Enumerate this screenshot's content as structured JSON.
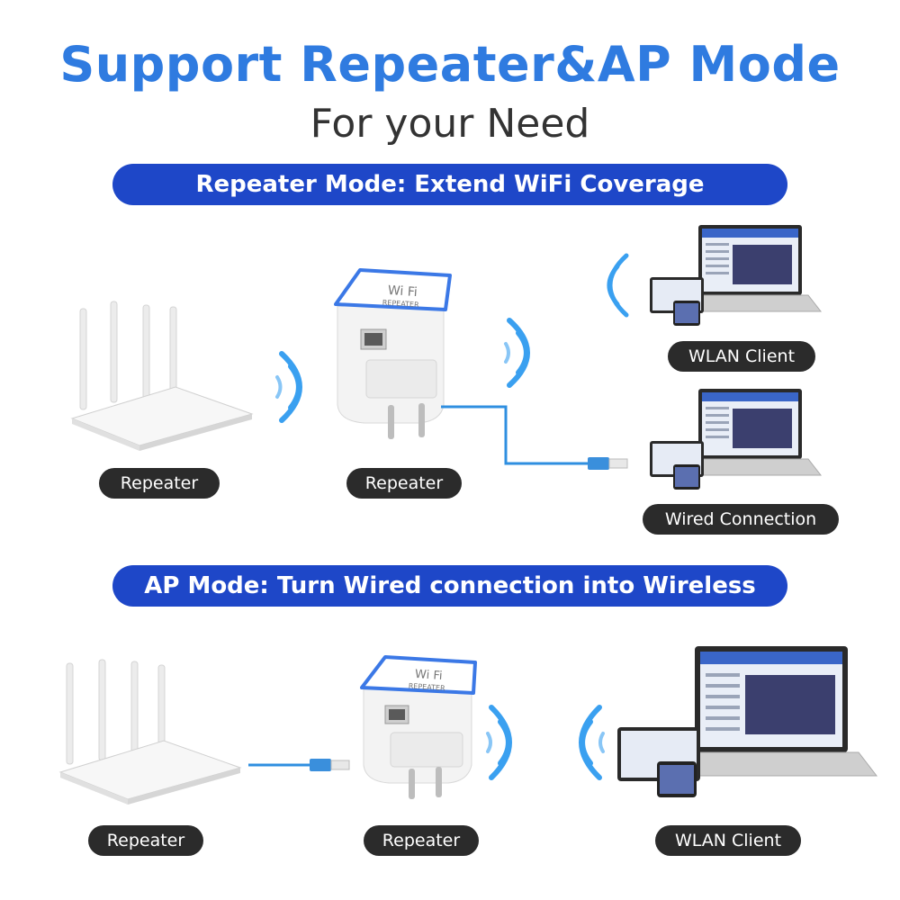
{
  "header": {
    "title": "Support Repeater&AP Mode",
    "subtitle": "For your Need"
  },
  "repeater_mode": {
    "banner": "Repeater Mode: Extend WiFi Coverage",
    "labels": {
      "router": "Repeater",
      "repeater": "Repeater",
      "wlan_client": "WLAN Client",
      "wired_connection": "Wired Connection"
    }
  },
  "ap_mode": {
    "banner": "AP Mode: Turn Wired connection into Wireless",
    "labels": {
      "router": "Repeater",
      "repeater": "Repeater",
      "wlan_client": "WLAN Client"
    }
  },
  "device": {
    "brand_line1": "Wi Fi",
    "brand_line2": "REPEATER"
  },
  "colors": {
    "title_blue": "#2f7be0",
    "banner_blue": "#1e47c8",
    "signal_blue": "#3aa0f0",
    "cable_blue": "#2f8fe0",
    "pill_dark": "#2b2b2b"
  }
}
